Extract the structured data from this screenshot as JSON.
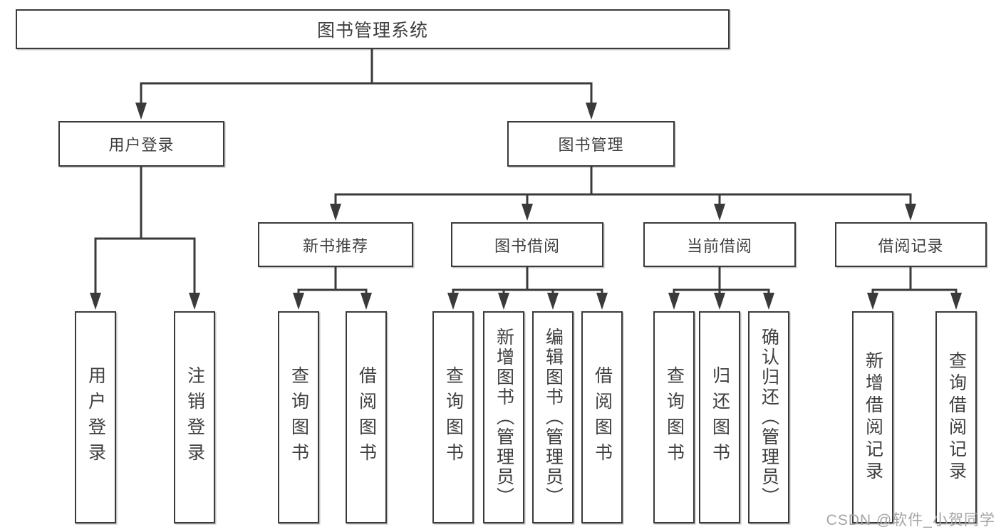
{
  "diagram_type": "hierarchy-tree",
  "root": {
    "label": "图书管理系统"
  },
  "branches": [
    {
      "label": "用户登录",
      "leaves": [
        {
          "label": "用户登录"
        },
        {
          "label": "注销登录"
        }
      ]
    },
    {
      "label": "图书管理",
      "groups": [
        {
          "label": "新书推荐",
          "leaves": [
            {
              "label": "查询图书"
            },
            {
              "label": "借阅图书"
            }
          ]
        },
        {
          "label": "图书借阅",
          "leaves": [
            {
              "label": "查询图书"
            },
            {
              "label": "新增图书（管理员）"
            },
            {
              "label": "编辑图书（管理员）"
            },
            {
              "label": "借阅图书"
            }
          ]
        },
        {
          "label": "当前借阅",
          "leaves": [
            {
              "label": "查询图书"
            },
            {
              "label": "归还图书"
            },
            {
              "label": "确认归还（管理员）"
            }
          ]
        },
        {
          "label": "借阅记录",
          "leaves": [
            {
              "label": "新增借阅记录"
            },
            {
              "label": "查询借阅记录"
            }
          ]
        }
      ]
    }
  ],
  "watermark": "CSDN @软件_小贺同学",
  "colors": {
    "line": "#3a3a3a",
    "box_border": "#3a3a3a",
    "text": "#3f3f3f",
    "background": "#ffffff",
    "watermark": "#a5a5a5"
  }
}
